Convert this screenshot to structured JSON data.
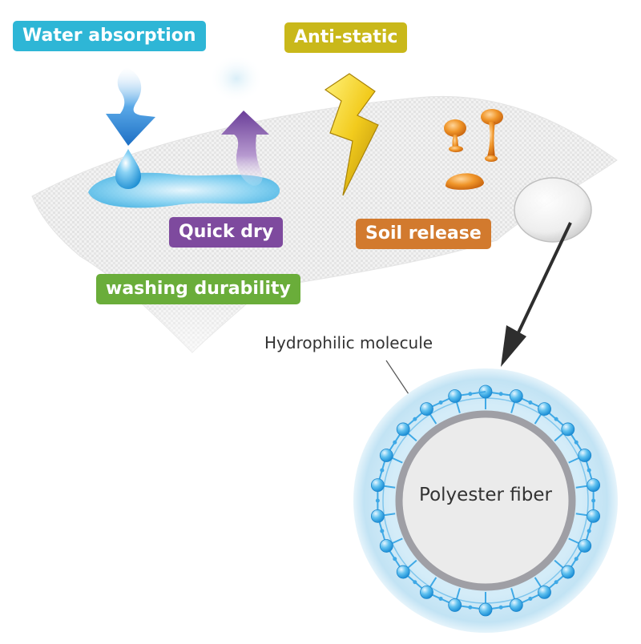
{
  "labels": {
    "water_absorption": "Water absorption",
    "anti_static": "Anti-static",
    "quick_dry": "Quick dry",
    "soil_release": "Soil release",
    "washing_durability": "washing durability",
    "hydrophilic_molecule": "Hydrophilic molecule",
    "polyester_fiber": "Polyester fiber"
  },
  "colors": {
    "water_absorption": "#2eb6d6",
    "anti_static": "#c9b81a",
    "quick_dry": "#7e4a9e",
    "soil_release": "#d27a2e",
    "washing_durability": "#6aad3a",
    "water": "#4fbce8",
    "molecule": "#3fa9e6",
    "fiber_ring": "#9f9fa5",
    "soil_drop": "#e8821e"
  },
  "icons": {
    "water_arrow": "down-arrow-icon",
    "dry_arrow": "up-arrow-icon",
    "static": "lightning-bolt-icon",
    "soil": "oil-droplet-icon",
    "magnifier": "magnifier-circle-icon"
  }
}
